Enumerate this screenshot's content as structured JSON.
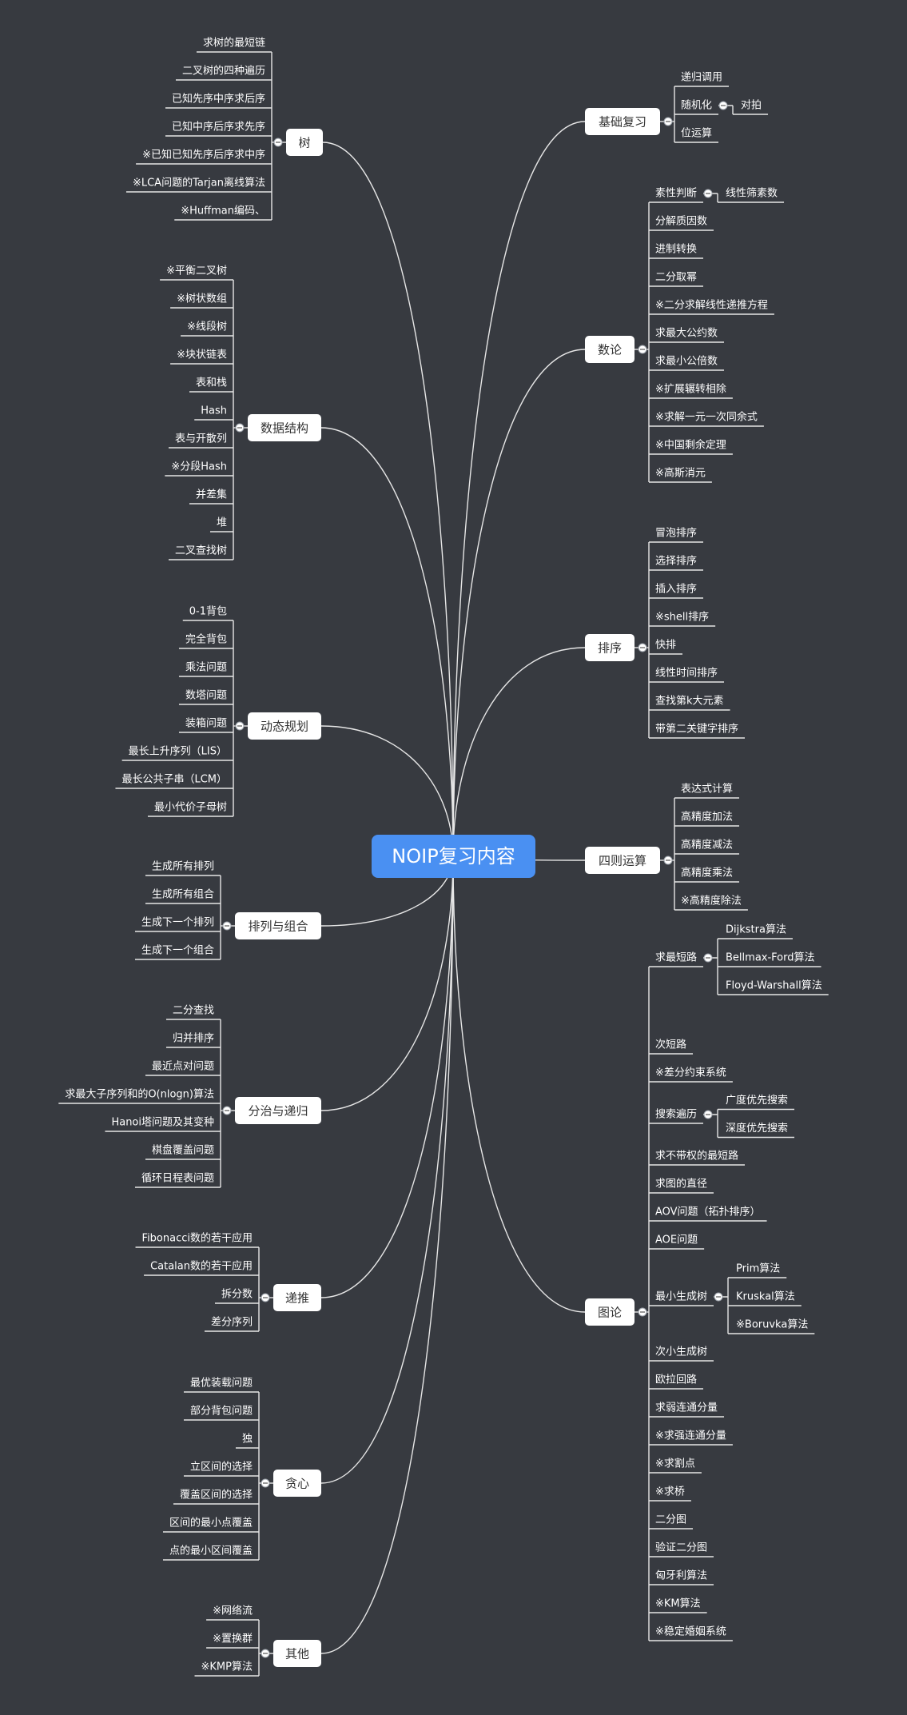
{
  "colors": {
    "background": "#373a40",
    "center_fill": "#4a90f2",
    "branch_fill": "#ffffff",
    "line": "#e6e6e6"
  },
  "center": "NOIP复习内容",
  "branches": [
    {
      "id": "tree",
      "label": "树",
      "side": "left",
      "items": [
        {
          "label": "求树的最短链"
        },
        {
          "label": "二叉树的四种遍历"
        },
        {
          "label": "已知先序中序求后序"
        },
        {
          "label": "已知中序后序求先序"
        },
        {
          "label": "※已知已知先序后序求中序"
        },
        {
          "label": "※LCA问题的Tarjan离线算法"
        },
        {
          "label": "※Huffman编码、"
        }
      ]
    },
    {
      "id": "ds",
      "label": "数据结构",
      "side": "left",
      "items": [
        {
          "label": "※平衡二叉树"
        },
        {
          "label": "※树状数组"
        },
        {
          "label": "※线段树"
        },
        {
          "label": "※块状链表"
        },
        {
          "label": "表和栈"
        },
        {
          "label": "Hash"
        },
        {
          "label": "表与开散列"
        },
        {
          "label": "※分段Hash"
        },
        {
          "label": "并差集"
        },
        {
          "label": "堆"
        },
        {
          "label": "二叉查找树"
        }
      ]
    },
    {
      "id": "dp",
      "label": "动态规划",
      "side": "left",
      "items": [
        {
          "label": "0-1背包"
        },
        {
          "label": "完全背包"
        },
        {
          "label": "乘法问题"
        },
        {
          "label": "数塔问题"
        },
        {
          "label": "装箱问题"
        },
        {
          "label": "最长上升序列（LIS）"
        },
        {
          "label": "最长公共子串（LCM）"
        },
        {
          "label": "最小代价子母树"
        }
      ]
    },
    {
      "id": "perm",
      "label": "排列与组合",
      "side": "left",
      "items": [
        {
          "label": "生成所有排列"
        },
        {
          "label": "生成所有组合"
        },
        {
          "label": "生成下一个排列"
        },
        {
          "label": "生成下一个组合"
        }
      ]
    },
    {
      "id": "dc",
      "label": "分治与递归",
      "side": "left",
      "items": [
        {
          "label": "二分查找"
        },
        {
          "label": "归并排序"
        },
        {
          "label": "最近点对问题"
        },
        {
          "label": "求最大子序列和的O(nlogn)算法"
        },
        {
          "label": "Hanoi塔问题及其变种"
        },
        {
          "label": "棋盘覆盖问题"
        },
        {
          "label": "循环日程表问题"
        }
      ]
    },
    {
      "id": "rec",
      "label": "递推",
      "side": "left",
      "items": [
        {
          "label": "Fibonacci数的若干应用"
        },
        {
          "label": "Catalan数的若干应用"
        },
        {
          "label": "拆分数"
        },
        {
          "label": "差分序列"
        }
      ]
    },
    {
      "id": "greedy",
      "label": "贪心",
      "side": "left",
      "items": [
        {
          "label": "最优装载问题"
        },
        {
          "label": "部分背包问题"
        },
        {
          "label": "独"
        },
        {
          "label": "立区间的选择"
        },
        {
          "label": "覆盖区间的选择"
        },
        {
          "label": "区间的最小点覆盖"
        },
        {
          "label": "点的最小区间覆盖"
        }
      ]
    },
    {
      "id": "other",
      "label": "其他",
      "side": "left",
      "items": [
        {
          "label": "※网络流"
        },
        {
          "label": "※置换群"
        },
        {
          "label": "※KMP算法"
        }
      ]
    },
    {
      "id": "basic",
      "label": "基础复习",
      "side": "right",
      "items": [
        {
          "label": "递归调用"
        },
        {
          "label": "随机化",
          "children": [
            {
              "label": "对拍"
            }
          ]
        },
        {
          "label": "位运算"
        }
      ]
    },
    {
      "id": "nt",
      "label": "数论",
      "side": "right",
      "items": [
        {
          "label": "素性判断",
          "children": [
            {
              "label": "线性筛素数"
            }
          ]
        },
        {
          "label": "分解质因数"
        },
        {
          "label": "进制转换"
        },
        {
          "label": "二分取幂"
        },
        {
          "label": "※二分求解线性递推方程"
        },
        {
          "label": "求最大公约数"
        },
        {
          "label": "求最小公倍数"
        },
        {
          "label": "※扩展辗转相除"
        },
        {
          "label": "※求解一元一次同余式"
        },
        {
          "label": "※中国剩余定理"
        },
        {
          "label": "※高斯消元"
        }
      ]
    },
    {
      "id": "sort",
      "label": "排序",
      "side": "right",
      "items": [
        {
          "label": "冒泡排序"
        },
        {
          "label": "选择排序"
        },
        {
          "label": "插入排序"
        },
        {
          "label": "※shell排序"
        },
        {
          "label": "快排"
        },
        {
          "label": "线性时间排序"
        },
        {
          "label": "查找第k大元素"
        },
        {
          "label": "带第二关键字排序"
        }
      ]
    },
    {
      "id": "arith",
      "label": "四则运算",
      "side": "right",
      "items": [
        {
          "label": "表达式计算"
        },
        {
          "label": "高精度加法"
        },
        {
          "label": "高精度减法"
        },
        {
          "label": "高精度乘法"
        },
        {
          "label": "※高精度除法"
        }
      ]
    },
    {
      "id": "graph",
      "label": "图论",
      "side": "right",
      "items": [
        {
          "label": "求最短路",
          "children": [
            {
              "label": "Dijkstra算法"
            },
            {
              "label": "Bellmax-Ford算法"
            },
            {
              "label": "Floyd-Warshall算法"
            }
          ]
        },
        {
          "label": "次短路"
        },
        {
          "label": "※差分约束系统"
        },
        {
          "label": "搜索遍历",
          "children": [
            {
              "label": "广度优先搜索"
            },
            {
              "label": "深度优先搜索"
            }
          ]
        },
        {
          "label": "求不带权的最短路"
        },
        {
          "label": "求图的直径"
        },
        {
          "label": "AOV问题（拓扑排序）"
        },
        {
          "label": "AOE问题"
        },
        {
          "label": "最小生成树",
          "children": [
            {
              "label": "Prim算法"
            },
            {
              "label": "Kruskal算法"
            },
            {
              "label": "※Boruvka算法"
            }
          ]
        },
        {
          "label": "次小生成树"
        },
        {
          "label": "欧拉回路"
        },
        {
          "label": "求弱连通分量"
        },
        {
          "label": "※求强连通分量"
        },
        {
          "label": "※求割点"
        },
        {
          "label": "※求桥"
        },
        {
          "label": "二分图"
        },
        {
          "label": "验证二分图"
        },
        {
          "label": "匈牙利算法"
        },
        {
          "label": "※KM算法"
        },
        {
          "label": "※稳定婚姻系统"
        }
      ]
    }
  ]
}
